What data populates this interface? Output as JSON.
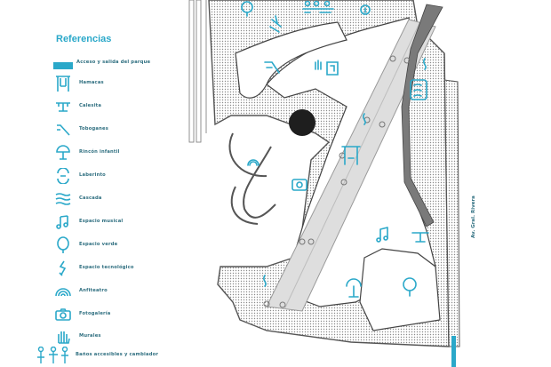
{
  "legend": {
    "title": "Referencias",
    "items": [
      {
        "icon": "access-bar",
        "label": "Acceso y salida del parque"
      },
      {
        "icon": "swing-icon",
        "label": "Hamacas"
      },
      {
        "icon": "seesaw-icon",
        "label": "Calesita"
      },
      {
        "icon": "slide-icon",
        "label": "Toboganes"
      },
      {
        "icon": "kids-corner-icon",
        "label": "Rincón infantil"
      },
      {
        "icon": "maze-icon",
        "label": "Laberinto"
      },
      {
        "icon": "cascade-icon",
        "label": "Cascada"
      },
      {
        "icon": "music-icon",
        "label": "Espacio musical"
      },
      {
        "icon": "tree-icon",
        "label": "Espacio verde"
      },
      {
        "icon": "tech-icon",
        "label": "Espacio tecnológico"
      },
      {
        "icon": "amphitheater-icon",
        "label": "Anfiteatro"
      },
      {
        "icon": "camera-icon",
        "label": "Fotogalería"
      },
      {
        "icon": "mural-icon",
        "label": "Murales"
      },
      {
        "icon": "restroom-icon",
        "label": "Baños accesibles y cambiador"
      }
    ]
  },
  "map": {
    "street_label": "Av. Gral. Rivera",
    "accent_color": "#2aa8c9",
    "path_color": "#d9d9d9",
    "wall_color": "#6b6b6b"
  }
}
